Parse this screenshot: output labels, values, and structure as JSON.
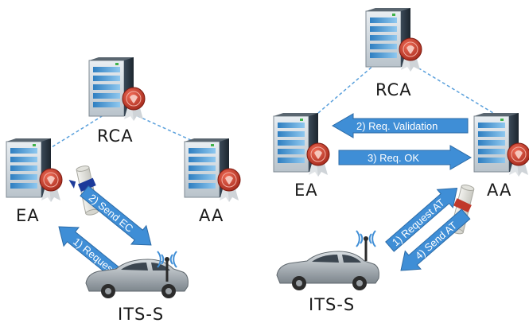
{
  "left_diagram": {
    "nodes": {
      "rca": "RCA",
      "ea": "EA",
      "aa": "AA",
      "its": "ITS-S"
    },
    "arrows": {
      "request_ec": "1) Request EC",
      "send_ec": "2) Send EC"
    }
  },
  "right_diagram": {
    "nodes": {
      "rca": "RCA",
      "ea": "EA",
      "aa": "AA",
      "its": "ITS-S"
    },
    "arrows": {
      "req_validation": "2) Req. Validation",
      "req_ok": "3) Req. OK",
      "request_at": "1) Request AT",
      "send_at": "4) Send AT"
    }
  },
  "colors": {
    "arrow": "#3f8ed6",
    "link": "#5aa0dc",
    "server_body": "#2c3a48",
    "seal": "#c0392b",
    "ribbon_left": "#1c3a9a",
    "ribbon_right": "#c0392b",
    "car": "#9aa2a8"
  }
}
